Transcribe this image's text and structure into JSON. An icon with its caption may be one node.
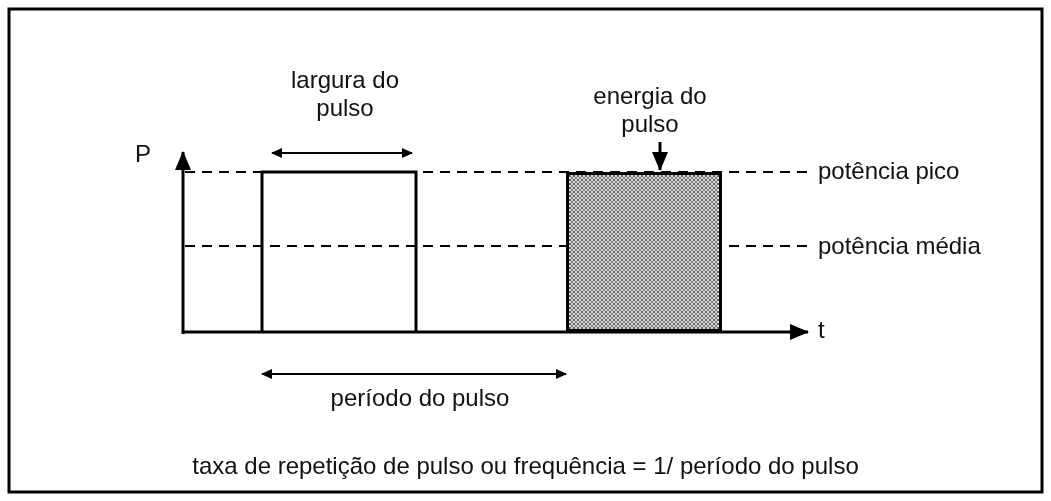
{
  "diagram": {
    "nodes": [
      {
        "text": [
          "energia do pulso"
        ]
      },
      {
        "text": [],
        "shape": "box"
      }
    ],
    "edges": [
      {
        "from": 0,
        "to": 1,
        "arrow": "to"
      }
    ],
    "labels": [
      "P",
      "largura do pulso",
      "potência pico",
      "potência média",
      "t",
      "período do pulso",
      "taxa de repetição de pulso ou frequência = 1/ período do pulso"
    ]
  }
}
